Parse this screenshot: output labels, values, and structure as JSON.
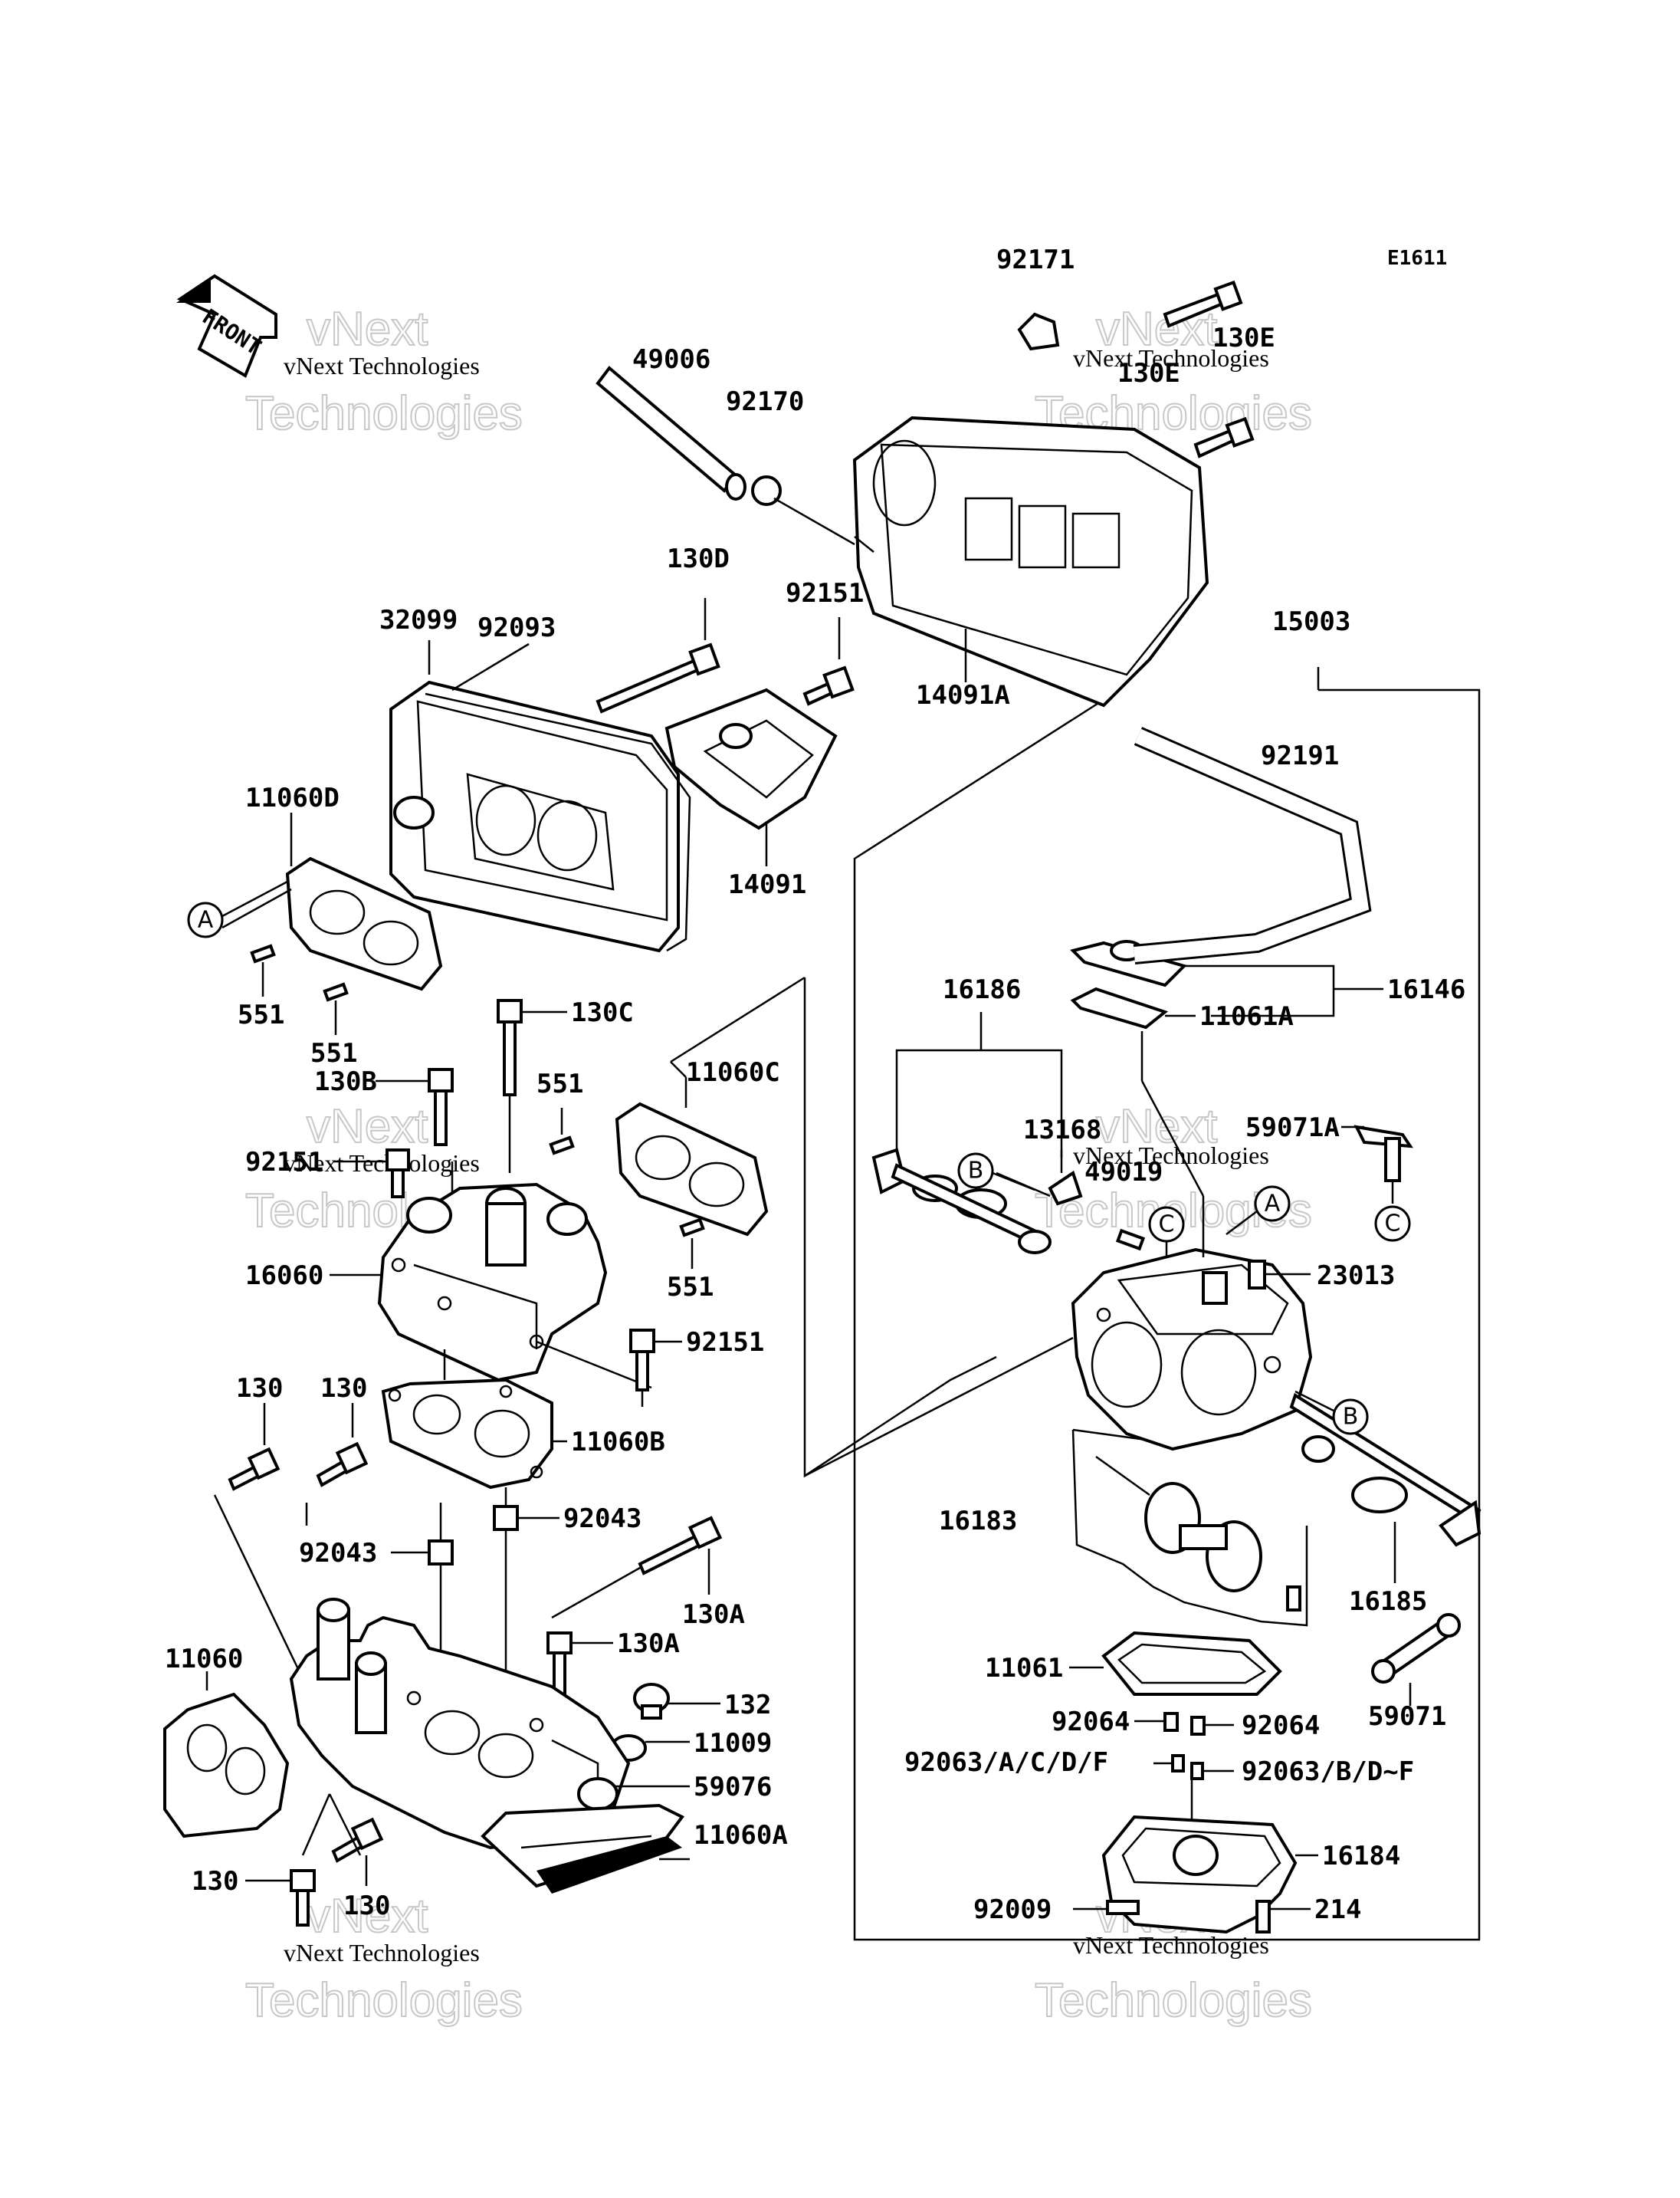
{
  "diagram_code": "E1611",
  "front_arrow": "FRONT",
  "watermark": {
    "small": "vNext Technologies",
    "big_line1": "vNext",
    "big_line2": "Technologies"
  },
  "callouts": {
    "A": "A",
    "B": "B",
    "C": "C"
  },
  "parts": {
    "p92171": "92171",
    "p130E_1": "130E",
    "p130E_2": "130E",
    "p49006": "49006",
    "p92170": "92170",
    "p130D": "130D",
    "p92151_top": "92151",
    "p32099": "32099",
    "p92093": "92093",
    "p14091A": "14091A",
    "p15003": "15003",
    "p92191": "92191",
    "p11060D": "11060D",
    "p14091": "14091",
    "p16146": "16146",
    "p11061A": "11061A",
    "p551_1": "551",
    "p551_2": "551",
    "p130C": "130C",
    "p16186": "16186",
    "p59071A": "59071A",
    "p551_3": "551",
    "p11060C": "11060C",
    "p130B": "130B",
    "p13168": "13168",
    "p92151_mid": "92151",
    "p49019": "49019",
    "p16060": "16060",
    "p23013": "23013",
    "p551_4": "551",
    "p92151_low": "92151",
    "p130_1": "130",
    "p130_2": "130",
    "p11060B": "11060B",
    "p92043_1": "92043",
    "p92043_2": "92043",
    "p16183": "16183",
    "p130A_1": "130A",
    "p16185": "16185",
    "p11060": "11060",
    "p130A_2": "130A",
    "p11061": "11061",
    "p132": "132",
    "p59071": "59071",
    "p92064_1": "92064",
    "p92064_2": "92064",
    "p11009": "11009",
    "p92063_1": "92063/A/C/D/F",
    "p92063_2": "92063/B/D~F",
    "p59076": "59076",
    "p11060A": "11060A",
    "p16184": "16184",
    "p130_3": "130",
    "p130_4": "130",
    "p92009": "92009",
    "p214": "214"
  }
}
